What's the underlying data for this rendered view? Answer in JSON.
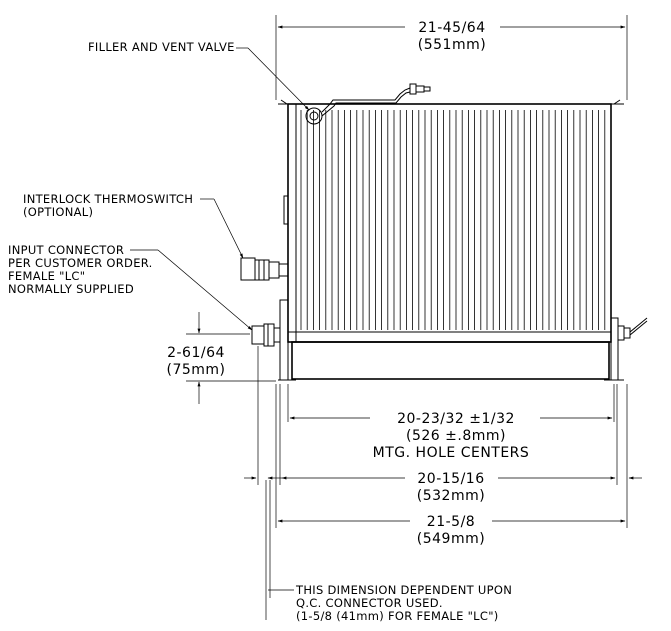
{
  "labels": {
    "filler_vent_valve": "FILLER AND VENT VALVE",
    "interlock_line1": "INTERLOCK THERMOSWITCH",
    "interlock_line2": "(OPTIONAL)",
    "input_line1": "INPUT CONNECTOR",
    "input_line2": "PER CUSTOMER ORDER.",
    "input_line3": "FEMALE \"LC\"",
    "input_line4": "NORMALLY SUPPLIED",
    "note_line1": "THIS DIMENSION DEPENDENT UPON",
    "note_line2": "Q.C. CONNECTOR USED.",
    "note_line3": "(1-5/8 (41mm) FOR FEMALE \"LC\")"
  },
  "dimensions": {
    "overall_top": {
      "imperial": "21-45/64",
      "metric": "(551mm)"
    },
    "height": {
      "imperial": "2-61/64",
      "metric": "(75mm)"
    },
    "mounting_holes": {
      "imperial": "20-23/32 ±1/32",
      "metric": "(526 ±.8mm)",
      "caption": "MTG. HOLE CENTERS"
    },
    "base_width": {
      "imperial": "20-15/16",
      "metric": "(532mm)"
    },
    "overall_bottom": {
      "imperial": "21-5/8",
      "metric": "(549mm)"
    }
  }
}
